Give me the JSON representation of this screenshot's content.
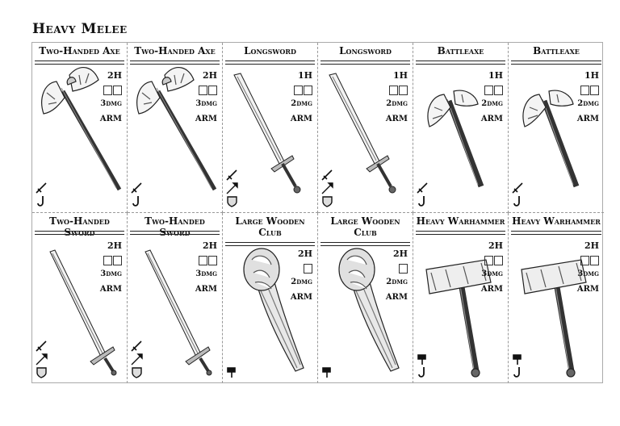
{
  "page_title": "Heavy Melee",
  "cards": [
    {
      "title": "Two-Handed Axe",
      "hands": "2H",
      "slots": 2,
      "dmg": "3dmg",
      "arm": "ARM",
      "weapon": "greataxe",
      "icons": [
        "sword-icon",
        "hook-icon"
      ]
    },
    {
      "title": "Two-Handed Axe",
      "hands": "2H",
      "slots": 2,
      "dmg": "3dmg",
      "arm": "ARM",
      "weapon": "greataxe",
      "icons": [
        "sword-icon",
        "hook-icon"
      ]
    },
    {
      "title": "Longsword",
      "hands": "1H",
      "slots": 2,
      "dmg": "2dmg",
      "arm": "ARM",
      "weapon": "longsword",
      "icons": [
        "sword-icon",
        "spear-icon",
        "shield-icon"
      ]
    },
    {
      "title": "Longsword",
      "hands": "1H",
      "slots": 2,
      "dmg": "2dmg",
      "arm": "ARM",
      "weapon": "longsword",
      "icons": [
        "sword-icon",
        "spear-icon",
        "shield-icon"
      ]
    },
    {
      "title": "Battleaxe",
      "hands": "1H",
      "slots": 2,
      "dmg": "2dmg",
      "arm": "ARM",
      "weapon": "battleaxe",
      "icons": [
        "sword-icon",
        "hook-icon"
      ]
    },
    {
      "title": "Battleaxe",
      "hands": "1H",
      "slots": 2,
      "dmg": "2dmg",
      "arm": "ARM",
      "weapon": "battleaxe",
      "icons": [
        "sword-icon",
        "hook-icon"
      ]
    },
    {
      "title": "Two-Handed Sword",
      "hands": "2H",
      "slots": 2,
      "dmg": "3dmg",
      "arm": "ARM",
      "weapon": "greatsword",
      "icons": [
        "sword-icon",
        "spear-icon",
        "shield-icon"
      ]
    },
    {
      "title": "Two-Handed Sword",
      "hands": "2H",
      "slots": 2,
      "dmg": "3dmg",
      "arm": "ARM",
      "weapon": "greatsword",
      "icons": [
        "sword-icon",
        "spear-icon",
        "shield-icon"
      ]
    },
    {
      "title": "Large Wooden Club",
      "hands": "2H",
      "slots": 1,
      "dmg": "2dmg",
      "arm": "ARM",
      "weapon": "club",
      "icons": [
        "hammer-icon"
      ]
    },
    {
      "title": "Large Wooden Club",
      "hands": "2H",
      "slots": 1,
      "dmg": "2dmg",
      "arm": "ARM",
      "weapon": "club",
      "icons": [
        "hammer-icon"
      ]
    },
    {
      "title": "Heavy Warhammer",
      "hands": "2H",
      "slots": 2,
      "dmg": "3dmg",
      "arm": "ARM",
      "weapon": "warhammer",
      "icons": [
        "hammer-icon",
        "hook-icon"
      ]
    },
    {
      "title": "Heavy Warhammer",
      "hands": "2H",
      "slots": 2,
      "dmg": "3dmg",
      "arm": "ARM",
      "weapon": "warhammer",
      "icons": [
        "hammer-icon",
        "hook-icon"
      ]
    }
  ]
}
